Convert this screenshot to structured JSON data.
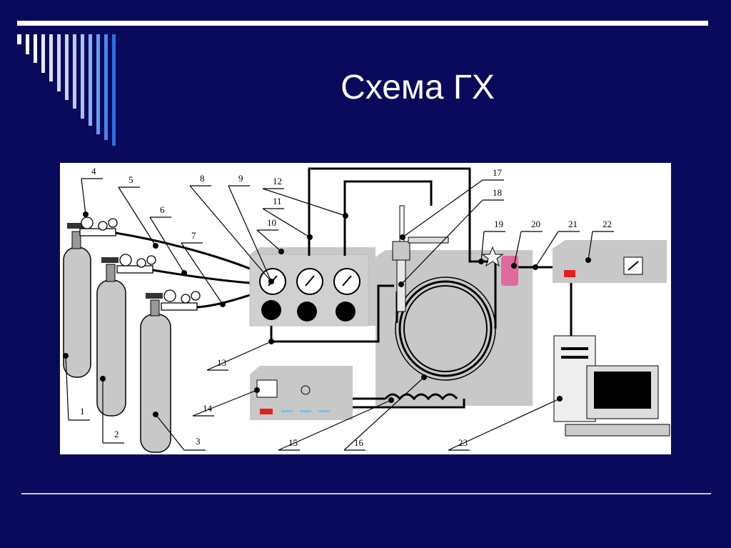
{
  "slide": {
    "title": "Схема ГХ",
    "colors": {
      "background": "#0a0a5c",
      "panel": "#ffffff",
      "device": "#c8c8c8",
      "accent_red": "#e02020",
      "accent_pink": "#e06aa0",
      "accent_blue": "#1e70e0"
    }
  },
  "diagram": {
    "labels": [
      "1",
      "2",
      "3",
      "4",
      "5",
      "6",
      "7",
      "8",
      "9",
      "10",
      "11",
      "12",
      "13",
      "14",
      "15",
      "16",
      "17",
      "18",
      "19",
      "20",
      "21",
      "22",
      "23"
    ]
  }
}
